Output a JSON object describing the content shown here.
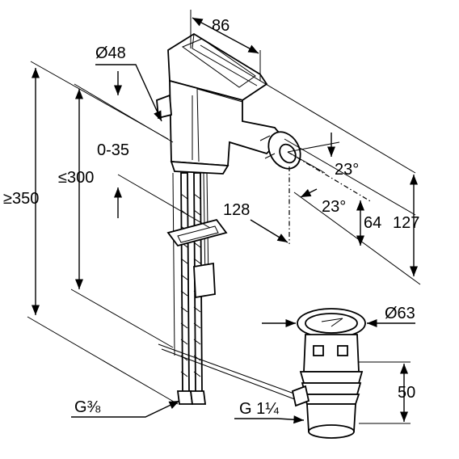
{
  "dimensions": {
    "top_width": "86",
    "body_diameter": "Ø48",
    "drain_diameter": "Ø63",
    "lift_range": "0-35",
    "max_height": "≥350",
    "hose_length": "≤300",
    "reach": "128",
    "angle_upper": "23°",
    "angle_lower": "23°",
    "spout_height": "64",
    "total_height": "127",
    "drain_height": "50",
    "hose_thread": "G⅜",
    "drain_thread": "G 1¼"
  },
  "colors": {
    "line": "#000000",
    "background": "#ffffff"
  }
}
